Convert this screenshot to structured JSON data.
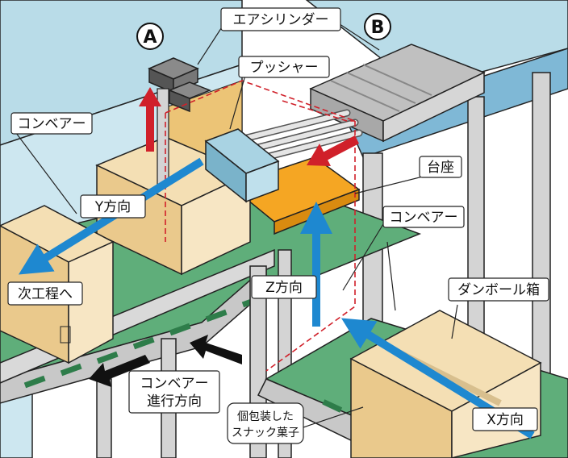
{
  "markers": {
    "a": "A",
    "b": "B"
  },
  "labels": {
    "air_cylinder": "エアシリンダー",
    "pusher": "プッシャー",
    "conveyor_left": "コンベアー",
    "base": "台座",
    "conveyor_right": "コンベアー",
    "y_direction": "Y方向",
    "next_process": "次工程へ",
    "z_direction": "Z方向",
    "cardboard_box": "ダンボール箱",
    "conveyor_travel_line1": "コンベアー",
    "conveyor_travel_line2": "進行方向",
    "snack_line1": "個包装した",
    "snack_line2": "スナック菓子",
    "x_direction": "X方向"
  },
  "colors": {
    "conveyor_belt": "#5fae7a",
    "frame": "#c8c8c8",
    "box": "#f4dfb4",
    "base_plate": "#f5a623",
    "pusher": "#8fc3d8",
    "blue_arrow": "#1e88d0",
    "red_arrow": "#d0202a",
    "wall": "#b9dce8"
  }
}
